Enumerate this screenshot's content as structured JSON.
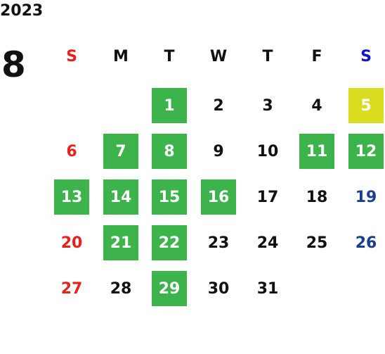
{
  "year": "2023",
  "month": "8",
  "weekdays": [
    {
      "label": "S",
      "color": "#e8211d"
    },
    {
      "label": "M",
      "color": "#111111"
    },
    {
      "label": "T",
      "color": "#111111"
    },
    {
      "label": "W",
      "color": "#111111"
    },
    {
      "label": "T",
      "color": "#111111"
    },
    {
      "label": "F",
      "color": "#111111"
    },
    {
      "label": "S",
      "color": "#1010d8"
    }
  ],
  "colors": {
    "sunday": "#e8211d",
    "saturday": "#1a3f8f",
    "default": "#111111",
    "highlight_green": "#3cb44b",
    "highlight_yellow": "#d9dc1f",
    "highlight_text": "#ffffff"
  },
  "first_weekday": 2,
  "days": [
    {
      "label": "1",
      "hl": "green"
    },
    {
      "label": "2",
      "hl": ""
    },
    {
      "label": "3",
      "hl": ""
    },
    {
      "label": "4",
      "hl": ""
    },
    {
      "label": "5",
      "hl": "yellow"
    },
    {
      "label": "6",
      "hl": ""
    },
    {
      "label": "7",
      "hl": "green"
    },
    {
      "label": "8",
      "hl": "green"
    },
    {
      "label": "9",
      "hl": ""
    },
    {
      "label": "10",
      "hl": ""
    },
    {
      "label": "11",
      "hl": "green"
    },
    {
      "label": "12",
      "hl": "green"
    },
    {
      "label": "13",
      "hl": "green"
    },
    {
      "label": "14",
      "hl": "green"
    },
    {
      "label": "15",
      "hl": "green"
    },
    {
      "label": "16",
      "hl": "green"
    },
    {
      "label": "17",
      "hl": ""
    },
    {
      "label": "18",
      "hl": ""
    },
    {
      "label": "19",
      "hl": ""
    },
    {
      "label": "20",
      "hl": ""
    },
    {
      "label": "21",
      "hl": "green"
    },
    {
      "label": "22",
      "hl": "green"
    },
    {
      "label": "23",
      "hl": ""
    },
    {
      "label": "24",
      "hl": ""
    },
    {
      "label": "25",
      "hl": ""
    },
    {
      "label": "26",
      "hl": ""
    },
    {
      "label": "27",
      "hl": ""
    },
    {
      "label": "28",
      "hl": ""
    },
    {
      "label": "29",
      "hl": "green"
    },
    {
      "label": "30",
      "hl": ""
    },
    {
      "label": "31",
      "hl": ""
    }
  ]
}
